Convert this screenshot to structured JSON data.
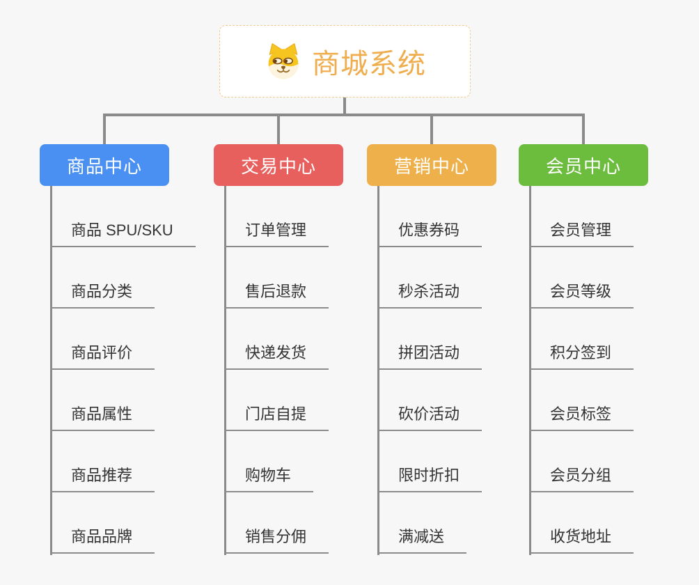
{
  "root": {
    "title": "商城系统",
    "icon": "dog-face-icon",
    "title_color": "#f0ad4e",
    "border_color": "#f2c98c"
  },
  "connector_color": "#8a8a8a",
  "branches": [
    {
      "name": "branch-product-center",
      "label": "商品中心",
      "color": "#4a90f2",
      "children": [
        "商品 SPU/SKU",
        "商品分类",
        "商品评价",
        "商品属性",
        "商品推荐",
        "商品品牌"
      ]
    },
    {
      "name": "branch-trade-center",
      "label": "交易中心",
      "color": "#e7605d",
      "children": [
        "订单管理",
        "售后退款",
        "快递发货",
        "门店自提",
        "购物车",
        "销售分佣"
      ]
    },
    {
      "name": "branch-marketing-center",
      "label": "营销中心",
      "color": "#eeb04a",
      "children": [
        "优惠券码",
        "秒杀活动",
        "拼团活动",
        "砍价活动",
        "限时折扣",
        "满减送"
      ]
    },
    {
      "name": "branch-member-center",
      "label": "会员中心",
      "color": "#6cbc3e",
      "children": [
        "会员管理",
        "会员等级",
        "积分签到",
        "会员标签",
        "会员分组",
        "收货地址"
      ]
    }
  ]
}
